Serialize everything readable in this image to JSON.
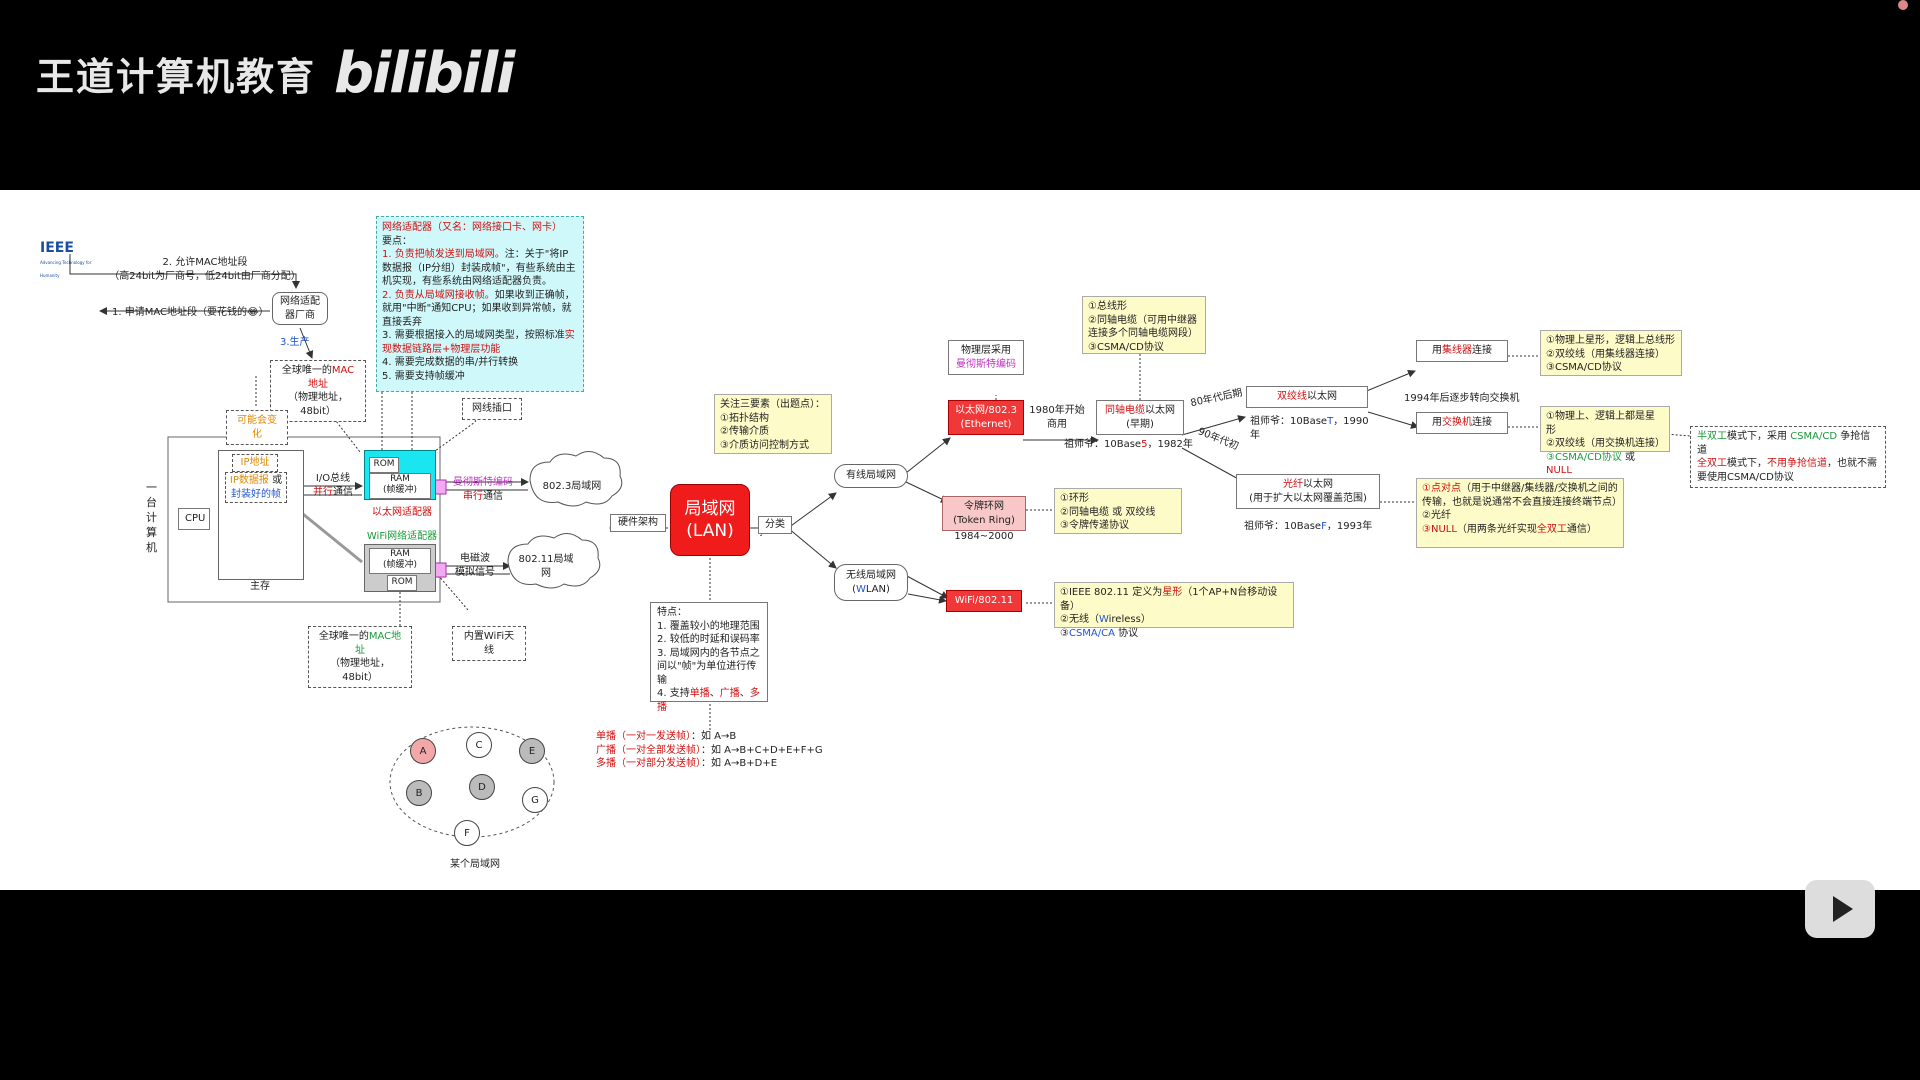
{
  "header": {
    "brand": "王道计算机教育",
    "logo": "bilibili"
  },
  "ieee": {
    "logo": "IEEE",
    "tagline": "Advancing Technology for Humanity",
    "step1": "1. 申请MAC地址段（要花钱的😂）",
    "step2_title": "2. 允许MAC地址段",
    "step2_detail": "（高24bit为厂商号，低24bit由厂商分配）",
    "manufacturer": "网络适配器厂商",
    "step3": "3.生产",
    "mac_top": [
      "全球唯一的",
      "MAC地址",
      "（物理地址，48bit）"
    ]
  },
  "adapter_note": {
    "title_prefix": "网络适配器",
    "title_rest": "（又名：网络接口卡、网卡）",
    "key": "要点：",
    "p1_red": "1. 负责把帧发送到局域网。",
    "p1_rest": "注：关于\"将IP数据报（IP分组）封装成帧\"，有些系统由主机实现，有些系统由网络适配器负责。",
    "p2_red": "2. 负责从局域网接收帧。",
    "p2_rest": "如果收到正确帧，就用\"中断\"通知CPU；如果收到异常帧，就直接丢弃",
    "p3_prefix": "3. 需要根据接入的局域网类型，按照标准",
    "p3_red": "实现数据链路层+物理层功能",
    "p4": "4. 需要完成数据的串/并行转换",
    "p5": "5. 需要支持帧缓冲"
  },
  "computer": {
    "label": "一台计算机",
    "may_change": "可能会变化",
    "ip_addr": "IP地址",
    "ip_packet": "IP数据报",
    "or": "或",
    "frame": "封装好的帧",
    "cpu": "CPU",
    "memory": "主存",
    "io_bus": "I/O总线",
    "parallel_prefix": "并行",
    "comm": "通信",
    "rom": "ROM",
    "ram": "RAM",
    "buffer": "(帧缓冲)",
    "ethernet_adapter": "以太网适配器",
    "wifi_adapter": "WiFi网络适配器",
    "port": "网线插口",
    "manchester": "曼彻斯特编码",
    "serial_prefix": "串行",
    "serial_comm": "通信",
    "lan8023": "802.3局域网",
    "em_wave": "电磁波",
    "analog": "模拟信号",
    "lan80211": "802.11局域网",
    "wifi_antenna": "内置WiFi天线",
    "mac_bottom": [
      "全球唯一的",
      "MAC地址",
      "（物理地址，48bit）"
    ]
  },
  "lan": {
    "title": "局域网",
    "subtitle": "(LAN)",
    "hardware": "硬件架构",
    "classify": "分类",
    "focus": [
      "关注三要素（出题点）：",
      "①拓扑结构",
      "②传输介质",
      "③介质访问控制方式"
    ],
    "features_title": "特点：",
    "features": [
      "1. 覆盖较小的地理范围",
      "2. 较低的时延和误码率",
      "3. 局域网内的各节点之间以\"帧\"为单位进行传输"
    ],
    "feature4_prefix": "4. 支持",
    "feature4_items": [
      "单播",
      "、",
      "广播",
      "、",
      "多播"
    ],
    "cast": [
      {
        "name": "单播",
        "desc": "（一对一发送帧）",
        "example": "：如 A→B"
      },
      {
        "name": "广播",
        "desc": "（一对全部发送帧）",
        "example": "：如 A→B+C+D+E+F+G"
      },
      {
        "name": "多播",
        "desc": "（一对部分发送帧）",
        "example": "：如 A→B+D+E"
      }
    ],
    "network_label": "某个局域网",
    "nodes": [
      "A",
      "B",
      "C",
      "D",
      "E",
      "F",
      "G"
    ]
  },
  "wired": {
    "label": "有线局域网",
    "physical": [
      "物理层采用",
      "曼彻斯特编码"
    ],
    "ethernet": [
      "以太网/802.3",
      "(Ethernet)"
    ],
    "commercial": [
      "1980年开始",
      "商用"
    ],
    "coax_opts": [
      "①总线形",
      "②同轴电缆（可用中继器连接多个同轴电缆网段）",
      "③CSMA/CD协议"
    ],
    "coax_eth_red": "同轴电缆",
    "coax_eth_rest": "以太网",
    "coax_early": "(早期)",
    "coax_ancestor_prefix": "祖师爷：10Base",
    "coax_ancestor_letter": "5",
    "coax_year": "，1982年",
    "token": [
      "令牌环网",
      "(Token Ring)"
    ],
    "token_years": "1984~2000",
    "token_opts": [
      "①环形",
      "②同轴电缆 或 双绞线",
      "③令牌传递协议"
    ],
    "period80": "80年代后期",
    "period90": "90年代初",
    "twisted_red": "双绞线",
    "twisted_rest": "以太网",
    "twisted_ancestor_prefix": "祖师爷：10Base",
    "twisted_ancestor_letter": "T",
    "twisted_year": "，1990年",
    "switch_trend": "1994年后逐步转向交换机",
    "hub_prefix": "用",
    "hub_red": "集线器",
    "hub_suffix": "连接",
    "hub_opts": [
      "①物理上星形，逻辑上总线形",
      "②双绞线（用集线器连接）",
      "③CSMA/CD协议"
    ],
    "switch_prefix": "用",
    "switch_red": "交换机",
    "switch_suffix": "连接",
    "switch_opts": [
      "①物理上、逻辑上都是星形",
      "②双绞线（用交换机连接）"
    ],
    "switch_opt3_green": "③CSMA/CD协议",
    "switch_opt3_or": " 或 ",
    "switch_opt3_red": "NULL",
    "duplex_half_green": "半双工",
    "duplex_half_rest": "模式下，采用",
    "duplex_half_proto": "CSMA/CD",
    "duplex_half_end": "争抢信道",
    "duplex_full_red": "全双工",
    "duplex_full_rest": "模式下，",
    "duplex_full_red2": "不用争抢信道",
    "duplex_full_end": "，也就不需要使用CSMA/CD协议",
    "fiber_red": "光纤",
    "fiber_rest": "以太网",
    "fiber_sub": "(用于扩大以太网覆盖范围)",
    "fiber_ancestor_prefix": "祖师爷：10Base",
    "fiber_ancestor_letter": "F",
    "fiber_year": "，1993年",
    "fiber_opt1_red": "①点对点",
    "fiber_opt1_rest": "（用于中继器/集线器/交换机之间的传输，也就是说通常不会直接连接终端节点）",
    "fiber_opt2": "②光纤",
    "fiber_opt3_red": "③NULL",
    "fiber_opt3_mid": "（用两条光纤实现",
    "fiber_opt3_red2": "全双工",
    "fiber_opt3_end": "通信）"
  },
  "wireless": {
    "label_top": "无线局域网",
    "label_bottom_prefix": "(",
    "label_bottom_w": "W",
    "label_bottom_rest": "LAN)",
    "wifi": "WiFi/802.11",
    "opt1_prefix": "①IEEE 802.11 定义为",
    "opt1_red": "星形",
    "opt1_rest": "（1个AP+N台移动设备）",
    "opt2_prefix": "②无线（",
    "opt2_w": "W",
    "opt2_rest": "ireless）",
    "opt3_prefix": "③",
    "opt3_blue": "CSMA/CA",
    "opt3_rest": " 协议"
  },
  "colors": {
    "accent_red": "#f01c1c",
    "cyan_box": "#cff8fb",
    "yellow_box": "#fdfbc8"
  }
}
